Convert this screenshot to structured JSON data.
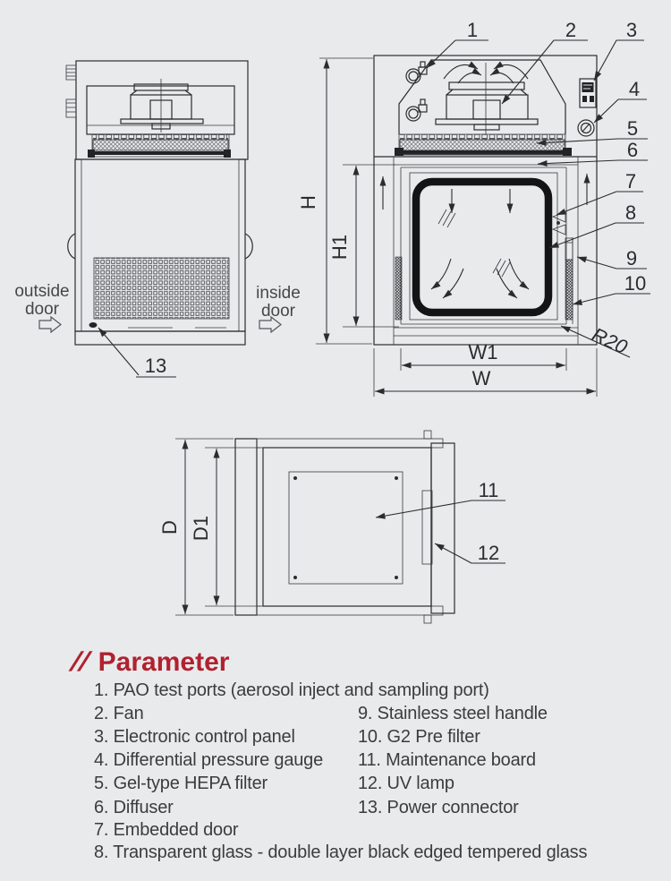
{
  "palette": {
    "background": "#e9eaec",
    "line": "#2c2c2f",
    "dark_fill": "#232327",
    "text": "#3c3c3e",
    "label_text": "#474749",
    "accent_red": "#b0222f",
    "glass_frame": "#141416"
  },
  "front_view": {
    "outside_door_label": [
      "outside",
      "door"
    ],
    "inside_door_label": [
      "inside",
      "door"
    ]
  },
  "dimensions": {
    "H": "H",
    "H1": "H1",
    "W": "W",
    "W1": "W1",
    "D": "D",
    "D1": "D1",
    "R20": "R20"
  },
  "callouts": {
    "c1": "1",
    "c2": "2",
    "c3": "3",
    "c4": "4",
    "c5": "5",
    "c6": "6",
    "c7": "7",
    "c8": "8",
    "c9": "9",
    "c10": "10",
    "c11": "11",
    "c12": "12",
    "c13": "13"
  },
  "parameter": {
    "slashes": "//",
    "heading": "Parameter",
    "items": [
      "1. PAO test ports (aerosol inject and sampling port)",
      "2. Fan",
      "3. Electronic control panel",
      "4. Differential pressure gauge",
      "5. Gel-type HEPA filter",
      "6. Diffuser",
      "7. Embedded door",
      "8. Transparent glass - double layer black edged tempered glass",
      "9. Stainless steel handle",
      "10. G2 Pre filter",
      "11. Maintenance board",
      "12. UV lamp",
      "13. Power connector"
    ]
  }
}
